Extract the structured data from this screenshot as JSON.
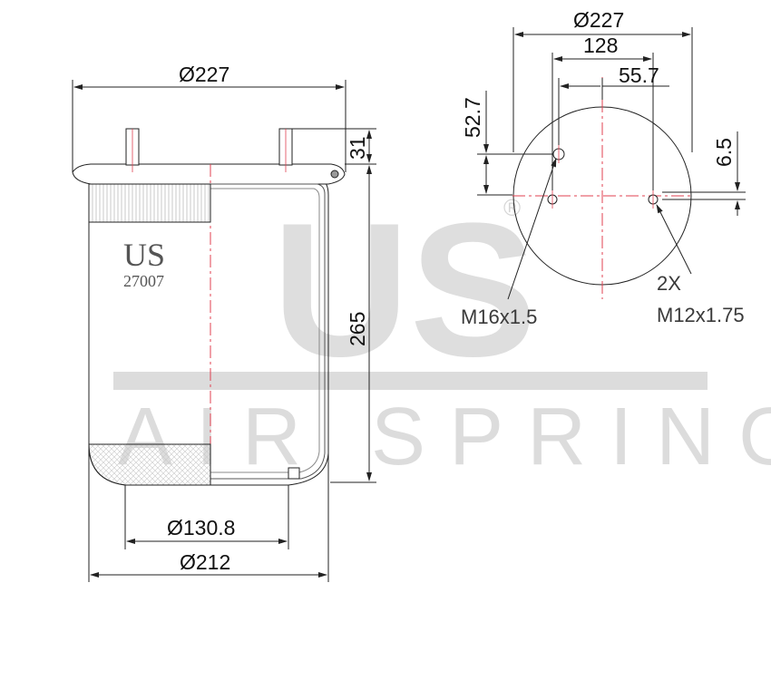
{
  "watermark": {
    "logo": "US",
    "registered_mark": "®",
    "tagline": "AIR SPRING"
  },
  "part": {
    "brand": "US",
    "number": "27007"
  },
  "side_view": {
    "top_diameter": "Ø227",
    "stud_height": "31",
    "height": "265",
    "piston_diameter": "Ø130.8",
    "bottom_diameter": "Ø212"
  },
  "top_view": {
    "overall_diameter": "Ø227",
    "stud_spacing": "128",
    "offset": "55.7",
    "vertical_offset": "52.7",
    "small_offset": "6.5",
    "thread_main": "M16x1.5",
    "thread_count": "2X",
    "thread_secondary": "M12x1.75"
  },
  "colors": {
    "line": "#222222",
    "centerline": "#e04050",
    "watermark": "#d8d8d8"
  }
}
